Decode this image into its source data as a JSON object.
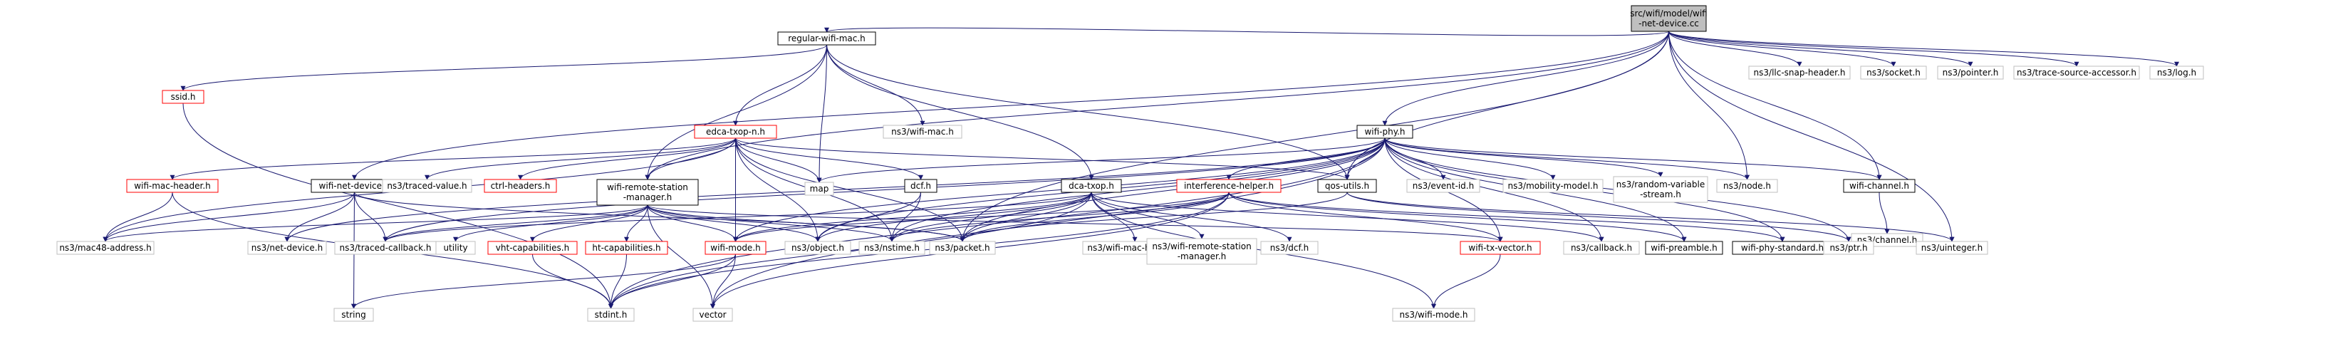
{
  "diagram": {
    "nodes": [
      {
        "id": "root",
        "label": [
          "src/wifi/model/wifi",
          "-net-device.cc"
        ],
        "style": "root"
      },
      {
        "id": "regular_wifi_mac",
        "label": [
          "regular-wifi-mac.h"
        ],
        "style": "black"
      },
      {
        "id": "ssid",
        "label": [
          "ssid.h"
        ],
        "style": "red"
      },
      {
        "id": "edca_txop_n",
        "label": [
          "edca-txop-n.h"
        ],
        "style": "red"
      },
      {
        "id": "wifi_mac_header",
        "label": [
          "wifi-mac-header.h"
        ],
        "style": "red"
      },
      {
        "id": "wifi_net_device",
        "label": [
          "wifi-net-device.h"
        ],
        "style": "black"
      },
      {
        "id": "traced_value",
        "label": [
          "ns3/traced-value.h"
        ],
        "style": "gray"
      },
      {
        "id": "ctrl_headers",
        "label": [
          "ctrl-headers.h"
        ],
        "style": "red"
      },
      {
        "id": "wrsm",
        "label": [
          "wifi-remote-station",
          "-manager.h"
        ],
        "style": "black"
      },
      {
        "id": "map",
        "label": [
          "map"
        ],
        "style": "gray"
      },
      {
        "id": "dcf",
        "label": [
          "dcf.h"
        ],
        "style": "black"
      },
      {
        "id": "dca_txop",
        "label": [
          "dca-txop.h"
        ],
        "style": "black"
      },
      {
        "id": "ns3_wifi_mac",
        "label": [
          "ns3/wifi-mac.h"
        ],
        "style": "gray"
      },
      {
        "id": "wifi_phy",
        "label": [
          "wifi-phy.h"
        ],
        "style": "black"
      },
      {
        "id": "interference_helper",
        "label": [
          "interference-helper.h"
        ],
        "style": "red"
      },
      {
        "id": "qos_utils",
        "label": [
          "qos-utils.h"
        ],
        "style": "black"
      },
      {
        "id": "event_id",
        "label": [
          "ns3/event-id.h"
        ],
        "style": "gray"
      },
      {
        "id": "mobility_model",
        "label": [
          "ns3/mobility-model.h"
        ],
        "style": "gray"
      },
      {
        "id": "random_variable",
        "label": [
          "ns3/random-variable",
          "-stream.h"
        ],
        "style": "gray"
      },
      {
        "id": "node",
        "label": [
          "ns3/node.h"
        ],
        "style": "gray"
      },
      {
        "id": "wifi_channel",
        "label": [
          "wifi-channel.h"
        ],
        "style": "black"
      },
      {
        "id": "channel",
        "label": [
          "ns3/channel.h"
        ],
        "style": "gray"
      },
      {
        "id": "llc_snap",
        "label": [
          "ns3/llc-snap-header.h"
        ],
        "style": "gray"
      },
      {
        "id": "socket",
        "label": [
          "ns3/socket.h"
        ],
        "style": "gray"
      },
      {
        "id": "pointer",
        "label": [
          "ns3/pointer.h"
        ],
        "style": "gray"
      },
      {
        "id": "trace_source",
        "label": [
          "ns3/trace-source-accessor.h"
        ],
        "style": "gray"
      },
      {
        "id": "log",
        "label": [
          "ns3/log.h"
        ],
        "style": "gray"
      },
      {
        "id": "mac48",
        "label": [
          "ns3/mac48-address.h"
        ],
        "style": "gray"
      },
      {
        "id": "net_device",
        "label": [
          "ns3/net-device.h"
        ],
        "style": "gray"
      },
      {
        "id": "traced_callback",
        "label": [
          "ns3/traced-callback.h"
        ],
        "style": "gray"
      },
      {
        "id": "utility",
        "label": [
          "utility"
        ],
        "style": "gray"
      },
      {
        "id": "vht_cap",
        "label": [
          "vht-capabilities.h"
        ],
        "style": "red"
      },
      {
        "id": "ht_cap",
        "label": [
          "ht-capabilities.h"
        ],
        "style": "red"
      },
      {
        "id": "wifi_mode",
        "label": [
          "wifi-mode.h"
        ],
        "style": "red"
      },
      {
        "id": "object",
        "label": [
          "ns3/object.h"
        ],
        "style": "gray"
      },
      {
        "id": "nstime",
        "label": [
          "ns3/nstime.h"
        ],
        "style": "gray"
      },
      {
        "id": "packet",
        "label": [
          "ns3/packet.h"
        ],
        "style": "gray"
      },
      {
        "id": "ns3_wifi_mac_header",
        "label": [
          "ns3/wifi-mac-header.h"
        ],
        "style": "gray"
      },
      {
        "id": "ns3_wrsm",
        "label": [
          "ns3/wifi-remote-station",
          "-manager.h"
        ],
        "style": "gray"
      },
      {
        "id": "ns3_dcf",
        "label": [
          "ns3/dcf.h"
        ],
        "style": "gray"
      },
      {
        "id": "wifi_tx_vector",
        "label": [
          "wifi-tx-vector.h"
        ],
        "style": "red"
      },
      {
        "id": "callback",
        "label": [
          "ns3/callback.h"
        ],
        "style": "gray"
      },
      {
        "id": "wifi_preamble",
        "label": [
          "wifi-preamble.h"
        ],
        "style": "black"
      },
      {
        "id": "wifi_phy_standard",
        "label": [
          "wifi-phy-standard.h"
        ],
        "style": "black"
      },
      {
        "id": "ptr",
        "label": [
          "ns3/ptr.h"
        ],
        "style": "gray"
      },
      {
        "id": "uinteger",
        "label": [
          "ns3/uinteger.h"
        ],
        "style": "gray"
      },
      {
        "id": "string",
        "label": [
          "string"
        ],
        "style": "gray"
      },
      {
        "id": "stdint",
        "label": [
          "stdint.h"
        ],
        "style": "gray"
      },
      {
        "id": "vector",
        "label": [
          "vector"
        ],
        "style": "gray"
      },
      {
        "id": "ns3_wifi_mode",
        "label": [
          "ns3/wifi-mode.h"
        ],
        "style": "gray"
      }
    ],
    "edges": [
      [
        "root",
        "regular_wifi_mac"
      ],
      [
        "root",
        "wifi_net_device"
      ],
      [
        "root",
        "wrsm"
      ],
      [
        "root",
        "wifi_phy"
      ],
      [
        "root",
        "qos_utils"
      ],
      [
        "root",
        "packet"
      ],
      [
        "root",
        "node"
      ],
      [
        "root",
        "wifi_channel"
      ],
      [
        "root",
        "llc_snap"
      ],
      [
        "root",
        "socket"
      ],
      [
        "root",
        "pointer"
      ],
      [
        "root",
        "trace_source"
      ],
      [
        "root",
        "log"
      ],
      [
        "root",
        "uinteger"
      ],
      [
        "regular_wifi_mac",
        "ssid"
      ],
      [
        "regular_wifi_mac",
        "edca_txop_n"
      ],
      [
        "regular_wifi_mac",
        "wrsm"
      ],
      [
        "regular_wifi_mac",
        "map"
      ],
      [
        "regular_wifi_mac",
        "ns3_wifi_mac"
      ],
      [
        "regular_wifi_mac",
        "dca_txop"
      ],
      [
        "regular_wifi_mac",
        "qos_utils"
      ],
      [
        "ssid",
        "stdint"
      ],
      [
        "edca_txop_n",
        "mac48"
      ],
      [
        "edca_txop_n",
        "wifi_mac_header"
      ],
      [
        "edca_txop_n",
        "traced_value"
      ],
      [
        "edca_txop_n",
        "ctrl_headers"
      ],
      [
        "edca_txop_n",
        "wrsm"
      ],
      [
        "edca_txop_n",
        "map"
      ],
      [
        "edca_txop_n",
        "dcf"
      ],
      [
        "edca_txop_n",
        "wifi_mode"
      ],
      [
        "edca_txop_n",
        "object"
      ],
      [
        "edca_txop_n",
        "packet"
      ],
      [
        "edca_txop_n",
        "nstime"
      ],
      [
        "edca_txop_n",
        "qos_utils"
      ],
      [
        "wifi_mac_header",
        "mac48"
      ],
      [
        "wifi_mac_header",
        "stdint"
      ],
      [
        "wifi_net_device",
        "mac48"
      ],
      [
        "wifi_net_device",
        "net_device"
      ],
      [
        "wifi_net_device",
        "traced_callback"
      ],
      [
        "wifi_net_device",
        "packet"
      ],
      [
        "wifi_net_device",
        "string"
      ],
      [
        "wrsm",
        "mac48"
      ],
      [
        "wrsm",
        "traced_callback"
      ],
      [
        "wrsm",
        "utility"
      ],
      [
        "wrsm",
        "vht_cap"
      ],
      [
        "wrsm",
        "ht_cap"
      ],
      [
        "wrsm",
        "wifi_mode"
      ],
      [
        "wrsm",
        "vector"
      ],
      [
        "wrsm",
        "object"
      ],
      [
        "wrsm",
        "nstime"
      ],
      [
        "wrsm",
        "packet"
      ],
      [
        "wrsm",
        "wifi_tx_vector"
      ],
      [
        "dcf",
        "object"
      ],
      [
        "dcf",
        "nstime"
      ],
      [
        "dca_txop",
        "wifi_mode"
      ],
      [
        "dca_txop",
        "object"
      ],
      [
        "dca_txop",
        "nstime"
      ],
      [
        "dca_txop",
        "packet"
      ],
      [
        "dca_txop",
        "ns3_wifi_mac_header"
      ],
      [
        "dca_txop",
        "ns3_wrsm"
      ],
      [
        "dca_txop",
        "ns3_dcf"
      ],
      [
        "dca_txop",
        "traced_callback"
      ],
      [
        "dca_txop",
        "stdint"
      ],
      [
        "dca_txop",
        "callback"
      ],
      [
        "dca_txop",
        "ns3_wifi_mode"
      ],
      [
        "wifi_phy",
        "map"
      ],
      [
        "wifi_phy",
        "interference_helper"
      ],
      [
        "wifi_phy",
        "qos_utils"
      ],
      [
        "wifi_phy",
        "event_id"
      ],
      [
        "wifi_phy",
        "mobility_model"
      ],
      [
        "wifi_phy",
        "random_variable"
      ],
      [
        "wifi_phy",
        "node"
      ],
      [
        "wifi_phy",
        "wifi_channel"
      ],
      [
        "wifi_phy",
        "wifi_mode"
      ],
      [
        "wifi_phy",
        "packet"
      ],
      [
        "wifi_phy",
        "nstime"
      ],
      [
        "wifi_phy",
        "object"
      ],
      [
        "wifi_phy",
        "traced_callback"
      ],
      [
        "wifi_phy",
        "net_device"
      ],
      [
        "wifi_phy",
        "wifi_tx_vector"
      ],
      [
        "wifi_phy",
        "callback"
      ],
      [
        "wifi_phy",
        "wifi_preamble"
      ],
      [
        "wifi_phy",
        "wifi_phy_standard"
      ],
      [
        "wifi_phy",
        "ptr"
      ],
      [
        "wifi_phy",
        "stdint"
      ],
      [
        "wifi_phy",
        "vector"
      ],
      [
        "interference_helper",
        "wifi_mode"
      ],
      [
        "interference_helper",
        "packet"
      ],
      [
        "interference_helper",
        "nstime"
      ],
      [
        "interference_helper",
        "wifi_tx_vector"
      ],
      [
        "interference_helper",
        "wifi_preamble"
      ],
      [
        "interference_helper",
        "wifi_phy_standard"
      ],
      [
        "interference_helper",
        "vector"
      ],
      [
        "interference_helper",
        "stdint"
      ],
      [
        "qos_utils",
        "packet"
      ],
      [
        "qos_utils",
        "uinteger"
      ],
      [
        "qos_utils",
        "ptr"
      ],
      [
        "wifi_channel",
        "channel"
      ],
      [
        "vht_cap",
        "stdint"
      ],
      [
        "ht_cap",
        "stdint"
      ],
      [
        "wifi_mode",
        "string"
      ],
      [
        "wifi_mode",
        "stdint"
      ],
      [
        "wifi_mode",
        "vector"
      ],
      [
        "wifi_tx_vector",
        "ns3_wifi_mode"
      ]
    ]
  }
}
